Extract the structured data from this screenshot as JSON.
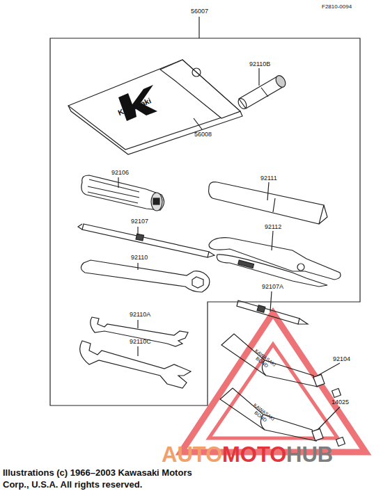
{
  "diagram": {
    "caption": "Illustrations (c) 1966–2003 Kawasaki Motors Corp., U.S.A.  All rights reserved.",
    "labels": [
      "F2810-0094",
      "56007",
      "Kawasaki",
      "56008",
      "92110B",
      "92106",
      "92111",
      "92107",
      "92112",
      "92110",
      "92107A",
      "92110A",
      "92110C",
      "KAWASAKI BOND",
      "92104",
      "KAWASAKI BOND",
      "14025",
      "AUTO",
      "MOTO",
      "HUB"
    ]
  }
}
